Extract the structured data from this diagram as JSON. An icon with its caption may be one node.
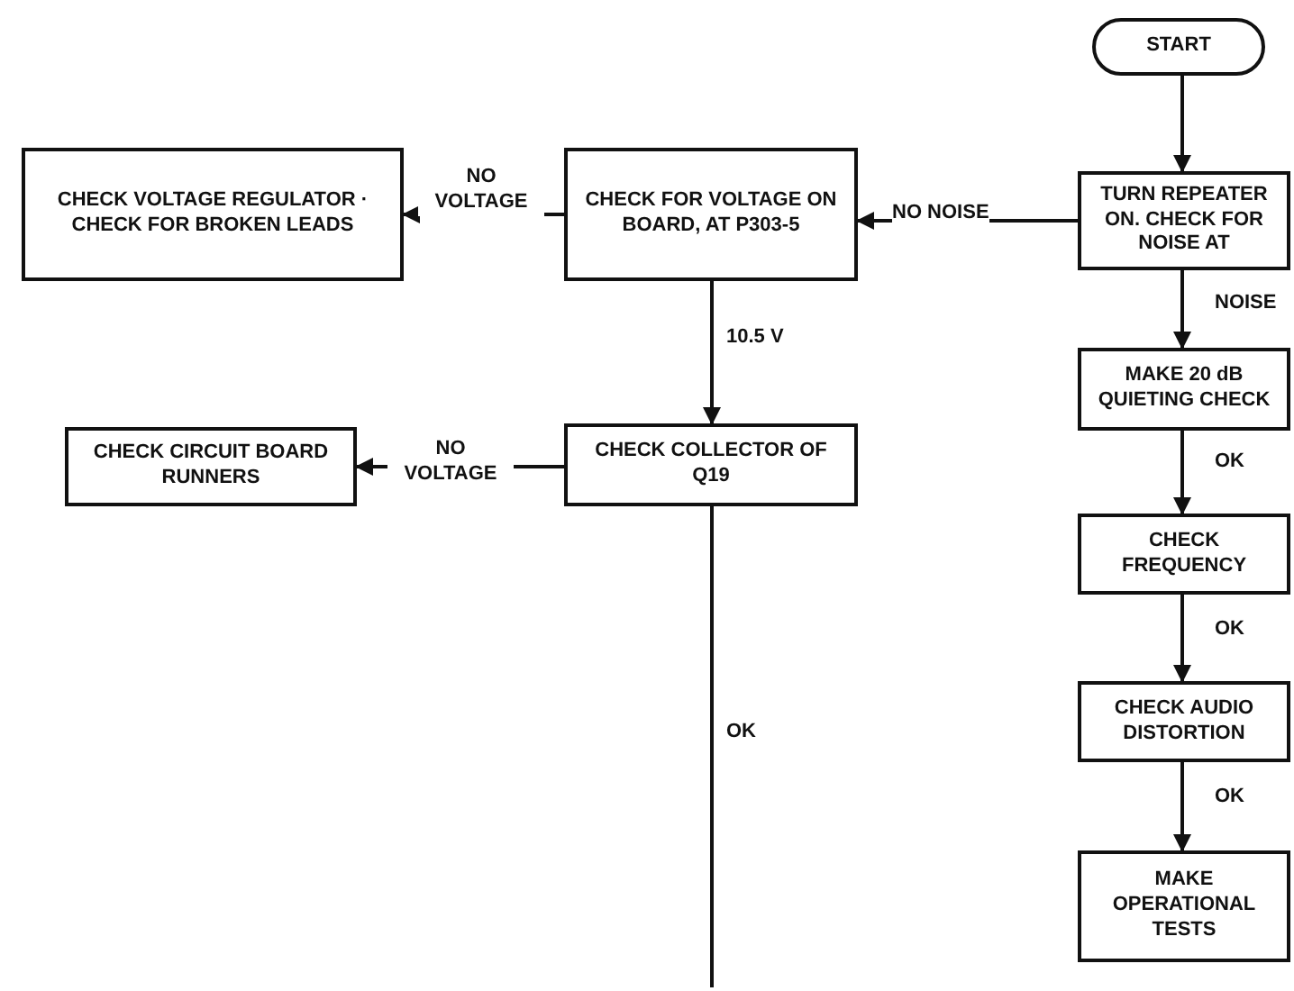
{
  "diagram": {
    "nodes": [
      {
        "text": [
          "START"
        ]
      },
      {
        "text": [
          "CHECK VOLTAGE REGULATOR · CHECK FOR BROKEN LEADS"
        ]
      },
      {
        "text": [
          "CHECK FOR VOLTAGE ON BOARD, AT P303-5"
        ]
      },
      {
        "text": [
          "TURN REPEATER ON. CHECK FOR NOISE AT"
        ]
      },
      {
        "text": [
          "CHECK CIRCUIT BOARD RUNNERS"
        ]
      },
      {
        "text": [
          "CHECK COLLECTOR OF Q19"
        ]
      },
      {
        "text": [
          "MAKE 20 dB QUIETING CHECK"
        ]
      },
      {
        "text": [
          "CHECK FREQUENCY"
        ]
      },
      {
        "text": [
          "CHECK AUDIO DISTORTION"
        ]
      },
      {
        "text": [
          "MAKE OPERATIONAL TESTS"
        ]
      }
    ],
    "edges": [
      {
        "from": 0,
        "to": 3,
        "arrow": "to"
      },
      {
        "from": 3,
        "to": 2,
        "arrow": "to",
        "label": "NO NOISE"
      },
      {
        "from": 2,
        "to": 1,
        "arrow": "to",
        "label": "NO VOLTAGE"
      },
      {
        "from": 2,
        "to": 5,
        "arrow": "to",
        "label": "10.5 V"
      },
      {
        "from": 5,
        "to": 4,
        "arrow": "to",
        "label": "NO VOLTAGE"
      },
      {
        "from": 5,
        "to": null,
        "arrow": "none",
        "label": "OK"
      },
      {
        "from": 3,
        "to": 6,
        "arrow": "to",
        "label": "NOISE"
      },
      {
        "from": 6,
        "to": 7,
        "arrow": "to",
        "label": "OK"
      },
      {
        "from": 7,
        "to": 8,
        "arrow": "to",
        "label": "OK"
      },
      {
        "from": 8,
        "to": 9,
        "arrow": "to",
        "label": "OK"
      }
    ]
  }
}
